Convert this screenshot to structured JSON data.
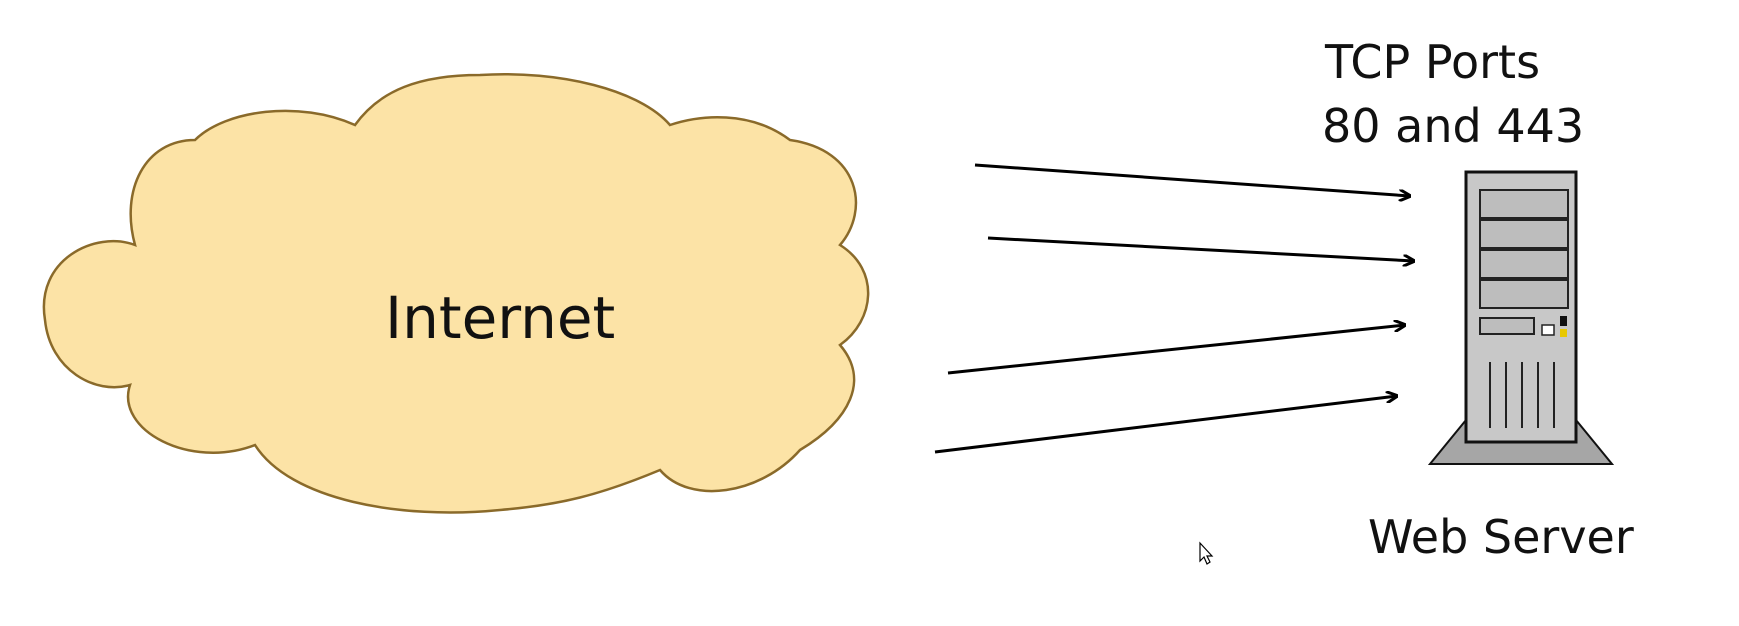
{
  "diagram": {
    "cloud_label": "Internet",
    "ports_label_line1": "TCP Ports",
    "ports_label_line2": "80 and 443",
    "server_label": "Web Server"
  },
  "colors": {
    "cloud_fill": "#FCE3A6",
    "cloud_stroke": "#8A6A2A",
    "arrow": "#000000",
    "server_fill": "#C8C8C8",
    "server_dark": "#A6A6A6",
    "server_stroke": "#111111",
    "led_yellow": "#E8C800"
  },
  "icons": {
    "pointer": "mouse-pointer-icon"
  }
}
